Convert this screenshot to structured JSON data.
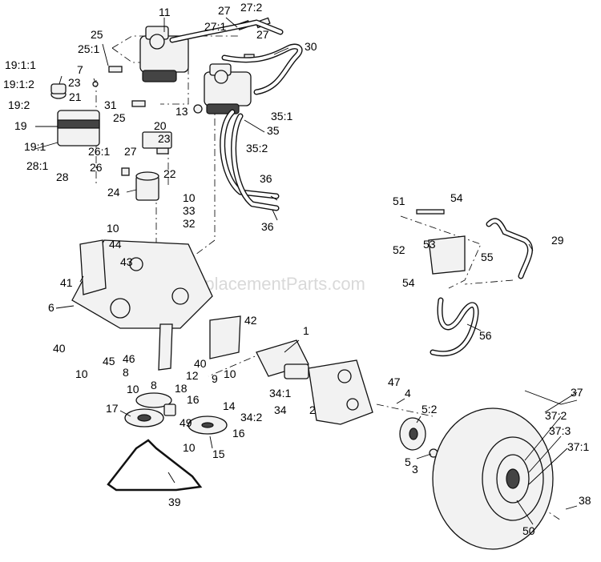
{
  "watermark": "eReplacementParts.com",
  "labels": [
    "11",
    "27",
    "27:2",
    "27:1",
    "25",
    "25:1",
    "27",
    "30",
    "19:1:1",
    "7",
    "19:1:2",
    "23",
    "21",
    "31",
    "19:2",
    "13",
    "25",
    "35:1",
    "19",
    "20",
    "35",
    "19:1",
    "23",
    "35:2",
    "26:1",
    "27",
    "28:1",
    "26",
    "22",
    "28",
    "24",
    "36",
    "10",
    "33",
    "10",
    "32",
    "51",
    "54",
    "44",
    "36",
    "29",
    "52",
    "53",
    "55",
    "43",
    "54",
    "41",
    "6",
    "42",
    "1",
    "40",
    "56",
    "46",
    "45",
    "40",
    "10",
    "8",
    "12",
    "9",
    "10",
    "8",
    "47",
    "4",
    "18",
    "34:1",
    "10",
    "16",
    "14",
    "34:2",
    "34",
    "2",
    "5:2",
    "37",
    "37:2",
    "17",
    "49",
    "16",
    "37:3",
    "10",
    "15",
    "5",
    "37:1",
    "3",
    "38",
    "39",
    "50"
  ]
}
